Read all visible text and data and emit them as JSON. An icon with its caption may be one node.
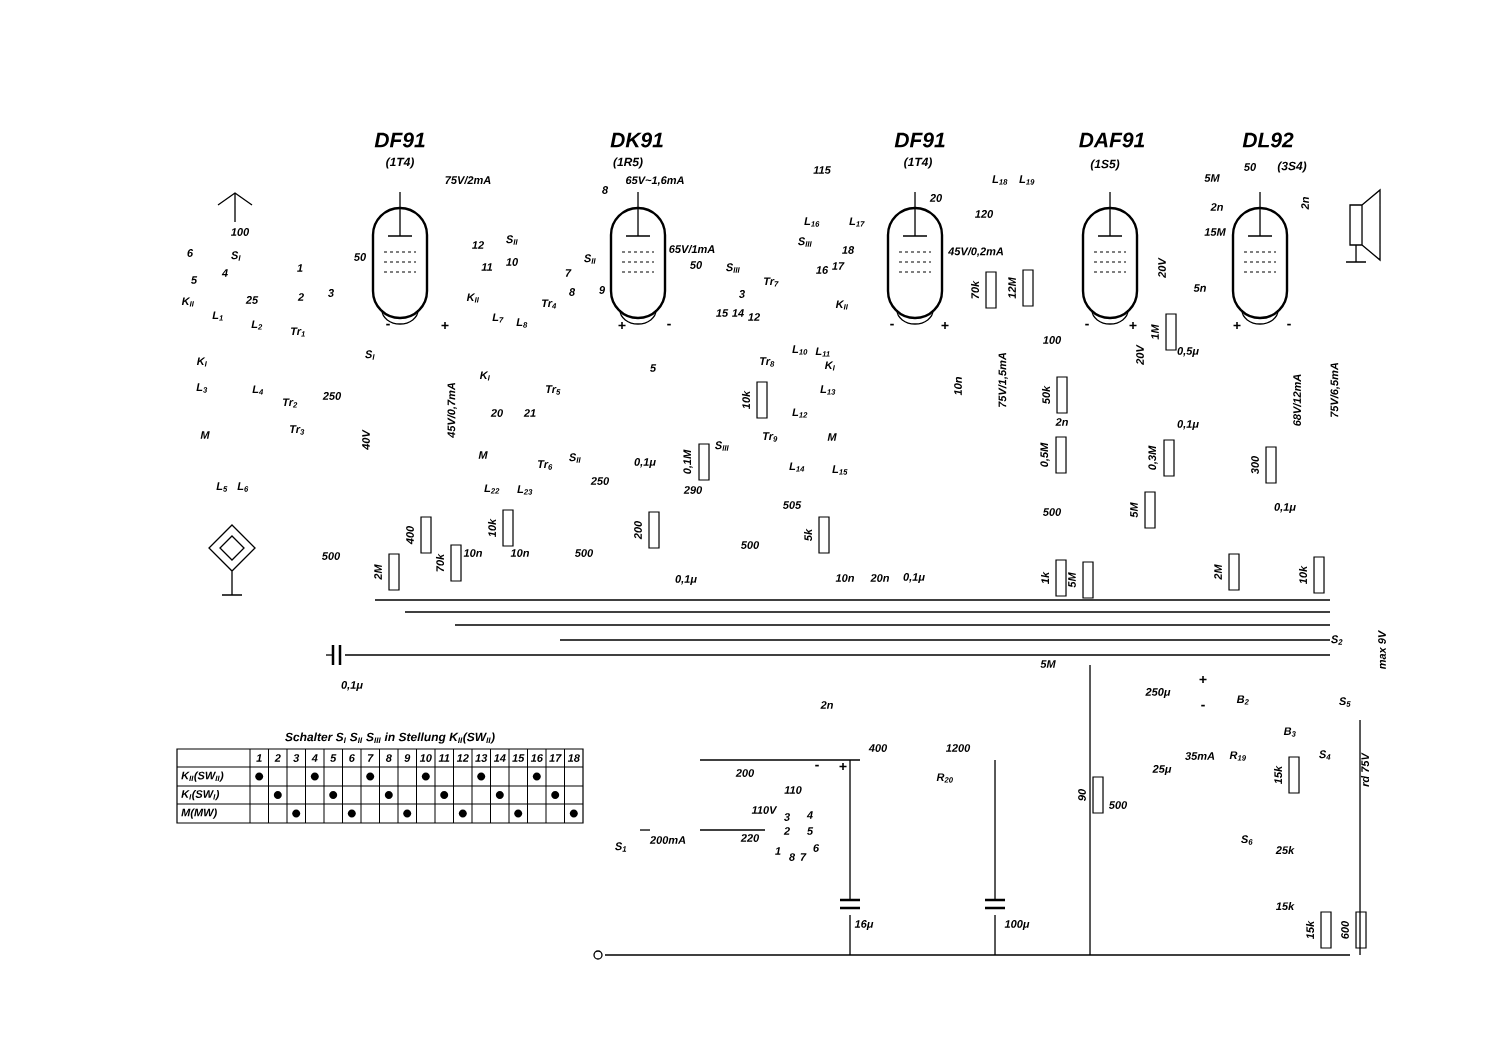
{
  "diagram": {
    "labels": [
      "DF91",
      "DK91",
      "DF91",
      "DAF91",
      "DL92",
      "(1T4)",
      "(1R5)",
      "115",
      "(1T4)",
      "(1S5)",
      "50",
      "(3S4)",
      "75V/2mA",
      "65V~1,6mA",
      "L$_{18}$",
      "L$_{19}$",
      "5M",
      "8",
      "20",
      "2n",
      "120",
      "2n",
      "L$_{16}$",
      "L$_{17}$",
      "100",
      "15M",
      "12",
      "S$_{II}$",
      "S$_{III}$",
      "6",
      "S$_{I}$",
      "65V/1mA",
      "18",
      "45V/0,2mA",
      "50",
      "10",
      "S$_{II}$",
      "1",
      "11",
      "50",
      "S$_{III}$",
      "16",
      "17",
      "20V",
      "5",
      "4",
      "7",
      "Tr$_{7}$",
      "12M",
      "5n",
      "2",
      "3",
      "8",
      "9",
      "3",
      "70k",
      "K$_{II}$",
      "25",
      "K$_{II}$",
      "Tr$_{4}$",
      "K$_{II}$",
      "L$_{1}$",
      "L$_{7}$",
      "15",
      "14",
      "12",
      "L$_{2}$",
      "-",
      "+",
      "L$_{8}$",
      "+",
      "-",
      "-",
      "+",
      "-",
      "+",
      "+",
      "-",
      "Tr$_{1}$",
      "1M",
      "100",
      "S$_{I}$",
      "L$_{10}$",
      "L$_{11}$",
      "20V",
      "0,5μ",
      "K$_{I}$",
      "5",
      "Tr$_{8}$",
      "K$_{I}$",
      "K$_{I}$",
      "75V/1,5mA",
      "L$_{3}$",
      "L$_{4}$",
      "Tr$_{5}$",
      "L$_{13}$",
      "10n",
      "75V/6,5mA",
      "250",
      "10k",
      "50k",
      "68V/12mA",
      "Tr$_{2}$",
      "45V/0,7mA",
      "20",
      "21",
      "L$_{12}$",
      "2n",
      "0,1μ",
      "M",
      "Tr$_{3}$",
      "Tr$_{9}$",
      "M",
      "40V",
      "S$_{III}$",
      "M",
      "S$_{II}$",
      "0,1M",
      "0,5M",
      "0,3M",
      "Tr$_{6}$",
      "0,1μ",
      "L$_{14}$",
      "L$_{15}$",
      "300",
      "L$_{5}$",
      "L$_{6}$",
      "250",
      "L$_{22}$",
      "L$_{23}$",
      "290",
      "505",
      "500",
      "5M",
      "0,1μ",
      "400",
      "10k",
      "200",
      "5k",
      "500",
      "500",
      "10n",
      "10n",
      "500",
      "70k",
      "2M",
      "10n",
      "20n",
      "0,1μ",
      "1k",
      "2M",
      "10k",
      "0,1μ",
      "5M",
      "S$_{2}$",
      "max 9V",
      "5M",
      "0,1μ",
      "+",
      "250μ",
      "B$_{2}$",
      "2n",
      "-",
      "S$_{5}$",
      "Schalter S$_{I}$ S$_{II}$ S$_{III}$ in Stellung K$_{II}$(SW$_{II}$)",
      "B$_{3}$",
      "1",
      "2",
      "3",
      "4",
      "5",
      "6",
      "7",
      "8",
      "9",
      "10",
      "11",
      "12",
      "13",
      "14",
      "15",
      "16",
      "17",
      "18",
      "400",
      "1200",
      "35mA",
      "R$_{19}$",
      "S$_{4}$",
      "200",
      "-",
      "+",
      "25μ",
      "rd 75V",
      "K$_{II}$(SW$_{II}$)",
      "R$_{20}$",
      "15k",
      "K$_{I}$(SW$_{I}$)",
      "110",
      "90",
      "110V",
      "500",
      "M(MW)",
      "3",
      "4",
      "220",
      "2",
      "5",
      "S$_{1}$",
      "200mA",
      "S$_{6}$",
      "1",
      "6",
      "25k",
      "8",
      "7",
      "15k",
      "16μ",
      "100μ",
      "15k",
      "600"
    ]
  }
}
